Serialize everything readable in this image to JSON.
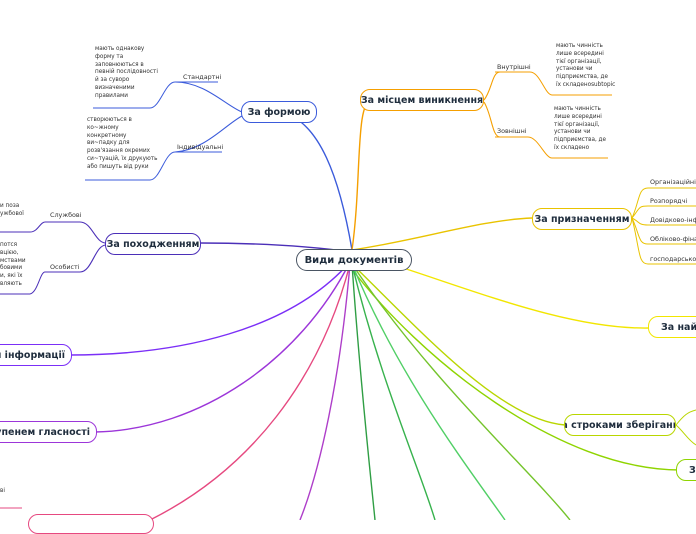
{
  "root": {
    "label": "Види документів"
  },
  "branches": {
    "za_formoyu": {
      "label": "За формою",
      "color": "#3b5bdb",
      "children": [
        {
          "label": "Стандартні",
          "note": "мають однакову\nформу та\nзаповнюються в\nпевній послідовності\nй за суворо\nвизначеними\nправилами"
        },
        {
          "label": "Індивідуальні",
          "note": "створюються в\nко~жному\nконкретному\nви~падку для\nрозв'язання окремих\nси~туацій, їх друкують\nабо пишуть від руки"
        }
      ]
    },
    "za_mistsem": {
      "label": "За місцем виникнення",
      "color": "#f59f00",
      "children": [
        {
          "label": "Внутрішні",
          "note": "мають чинність\nлише всередині\nтієї організації,\nустанови чи\nпідприємства, де\nїх складеноsubtopic"
        },
        {
          "label": "Зовнішні",
          "note": "мають чинність\nлише всередині\nтієї організації,\nустанови чи\nпідприємства, де\nїх складено"
        }
      ]
    },
    "za_pryznachennyam": {
      "label": "За призначенням",
      "color": "#e9c300",
      "children": [
        {
          "label": "Організаційні"
        },
        {
          "label": "Розпорядчі"
        },
        {
          "label": "Довідково-інфор"
        },
        {
          "label": "Обліково-фінанс"
        },
        {
          "label": "господарсько-до"
        }
      ]
    },
    "za_naim": {
      "label": "За найм",
      "color": "#f2e600"
    },
    "za_strokamy": {
      "label": "За строками зберігання",
      "color": "#b9d600"
    },
    "za_small": {
      "label": "За",
      "color": "#8fd400"
    },
    "za_pokhodzhennyam": {
      "label": "За походженням",
      "color": "#4b2fb8",
      "children": [
        {
          "label": "Службові",
          "note": "и поза\nужбової"
        },
        {
          "label": "Особисті",
          "note": "потся\nвцією,\nмствами\nбовими\nи, які їх\nвляють"
        }
      ]
    },
    "nosiyem": {
      "label": "носієм інформації",
      "color": "#7b2ff7"
    },
    "stupenem": {
      "label": "о ступенем гласності",
      "color": "#9c36d9"
    },
    "bottom_note": {
      "note": "ві"
    }
  }
}
